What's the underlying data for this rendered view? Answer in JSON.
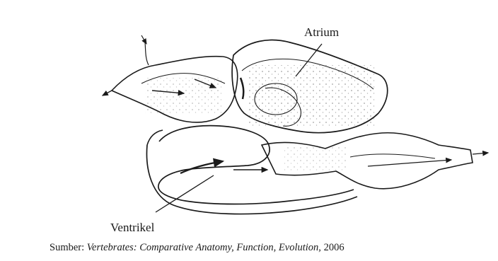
{
  "labels": {
    "atrium": "Atrium",
    "ventricle": "Ventrikel"
  },
  "caption": {
    "prefix": "Sumber:",
    "title": "Vertebrates: Comparative Anatomy, Function, Evolution,",
    "year": "2006"
  },
  "colors": {
    "ink": "#1a1a1a",
    "background": "#ffffff"
  }
}
